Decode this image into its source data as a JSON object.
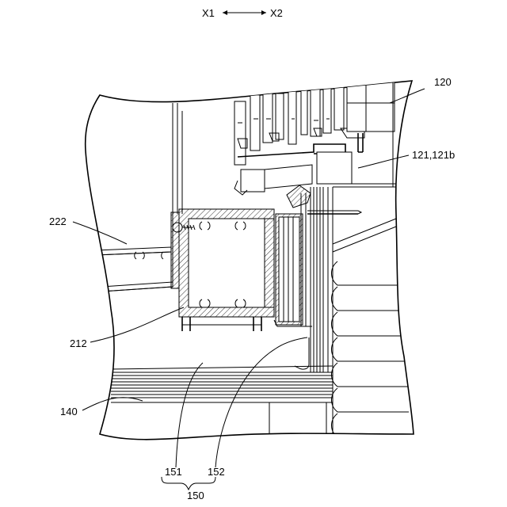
{
  "direction": {
    "left": "X1",
    "right": "X2"
  },
  "labels": {
    "l120": "120",
    "l121": "121,121b",
    "l222": "222",
    "l212": "212",
    "l140": "140",
    "l151": "151",
    "l152": "152",
    "l150": "150"
  }
}
